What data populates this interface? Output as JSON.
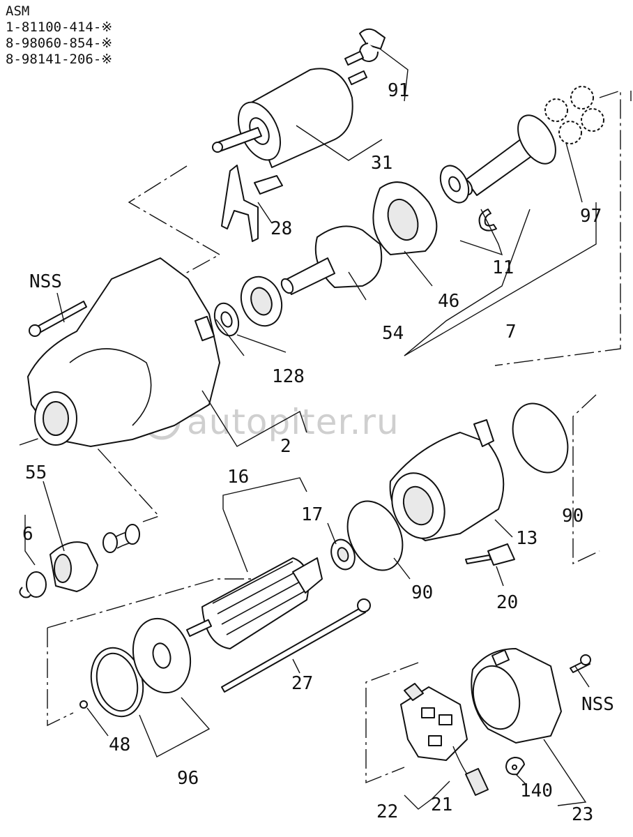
{
  "header": {
    "asm_label": "ASM",
    "part_numbers": [
      "1-81100-414-※",
      "8-98060-854-※",
      "8-98141-206-※"
    ]
  },
  "watermark": "autopiter.ru",
  "callouts": {
    "c91": "91",
    "c31": "31",
    "c97": "97",
    "c28": "28",
    "c11": "11",
    "c46": "46",
    "c7": "7",
    "c54": "54",
    "nss_top": "NSS",
    "c128": "128",
    "c2": "2",
    "c55": "55",
    "c6": "6",
    "c16": "16",
    "c17": "17",
    "c90a": "90",
    "c90b": "90",
    "c13": "13",
    "c20": "20",
    "c27": "27",
    "c48": "48",
    "c96": "96",
    "nss_bottom": "NSS",
    "c22": "22",
    "c21": "21",
    "c140": "140",
    "c23": "23"
  }
}
